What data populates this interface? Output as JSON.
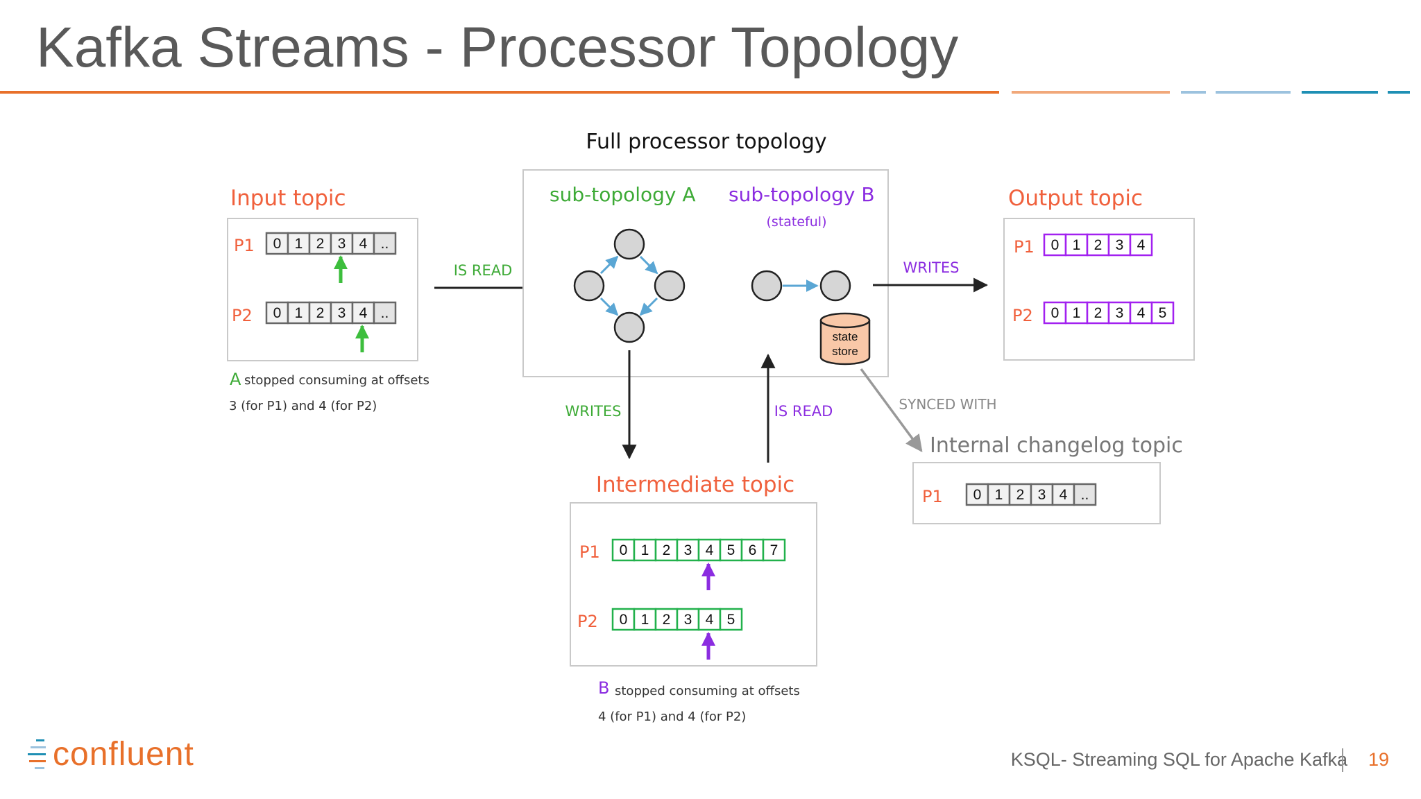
{
  "slide": {
    "title": "Kafka Streams - Processor Topology",
    "footer": "KSQL- Streaming SQL for Apache Kafka",
    "page_number": "19",
    "logo_text": "confluent"
  },
  "colors": {
    "accent_orange": "#E8702A",
    "light_blue": "#9CC2DE",
    "teal_blue": "#1E8FB4",
    "input_red": "#F0603C",
    "topology_green": "#3DAA36",
    "topology_purple": "#8B2CE0",
    "output_purple": "#A221F0",
    "intermediate_green": "#22B14C",
    "internal_gray": "#888888"
  },
  "diagram": {
    "header": "Full processor topology",
    "input_topic": {
      "title": "Input topic",
      "partitions": [
        {
          "label": "P1",
          "cells": [
            "0",
            "1",
            "2",
            "3",
            "4",
            ".."
          ]
        },
        {
          "label": "P2",
          "cells": [
            "0",
            "1",
            "2",
            "3",
            "4",
            ".."
          ]
        }
      ],
      "note_line1": "stopped consuming at offsets",
      "note_line2": "3 (for P1) and 4 (for P2)",
      "note_marker": "A"
    },
    "sub_topology_a": {
      "title": "sub-topology A"
    },
    "sub_topology_b": {
      "title": "sub-topology B",
      "subtitle": "(stateful)"
    },
    "state_store": {
      "line1": "state",
      "line2": "store"
    },
    "output_topic": {
      "title": "Output topic",
      "partitions": [
        {
          "label": "P1",
          "cells": [
            "0",
            "1",
            "2",
            "3",
            "4"
          ]
        },
        {
          "label": "P2",
          "cells": [
            "0",
            "1",
            "2",
            "3",
            "4",
            "5"
          ]
        }
      ]
    },
    "intermediate_topic": {
      "title": "Intermediate topic",
      "partitions": [
        {
          "label": "P1",
          "cells": [
            "0",
            "1",
            "2",
            "3",
            "4",
            "5",
            "6",
            "7"
          ]
        },
        {
          "label": "P2",
          "cells": [
            "0",
            "1",
            "2",
            "3",
            "4",
            "5"
          ]
        }
      ],
      "note_line1": "stopped consuming at offsets",
      "note_line2": "4 (for P1) and 4 (for P2)",
      "note_marker": "B"
    },
    "internal_topic": {
      "title": "Internal changelog topic",
      "partitions": [
        {
          "label": "P1",
          "cells": [
            "0",
            "1",
            "2",
            "3",
            "4",
            ".."
          ]
        }
      ]
    },
    "edges": {
      "input_to_topology": "IS READ",
      "topology_to_output": "WRITES",
      "a_to_intermediate": "WRITES",
      "intermediate_to_b": "IS READ",
      "store_to_changelog": "SYNCED WITH"
    }
  }
}
